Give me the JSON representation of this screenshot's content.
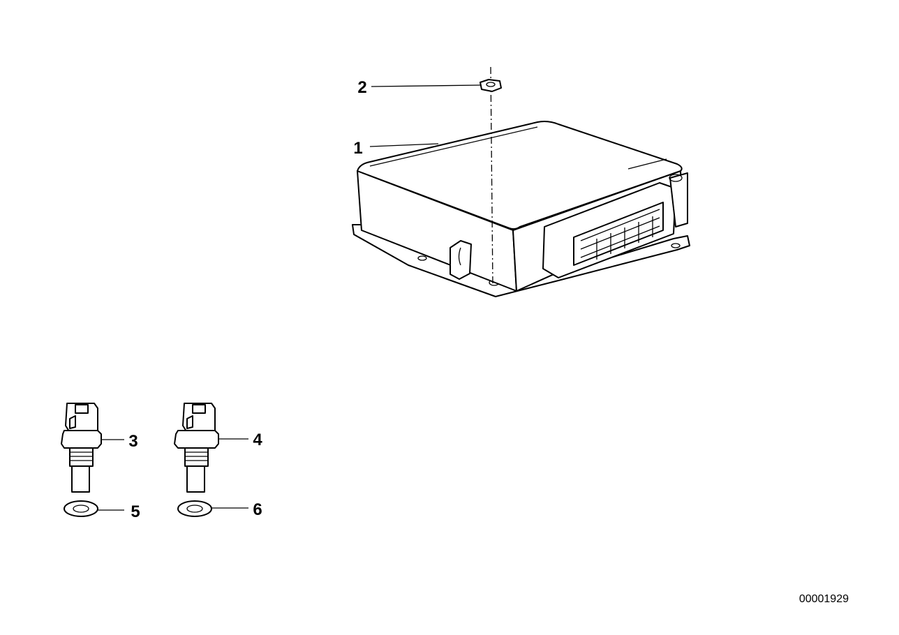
{
  "callouts": {
    "ecu": "1",
    "nut": "2",
    "sensor_left": "3",
    "sensor_right": "4",
    "washer_left": "5",
    "washer_right": "6"
  },
  "catalog_number": "00001929"
}
